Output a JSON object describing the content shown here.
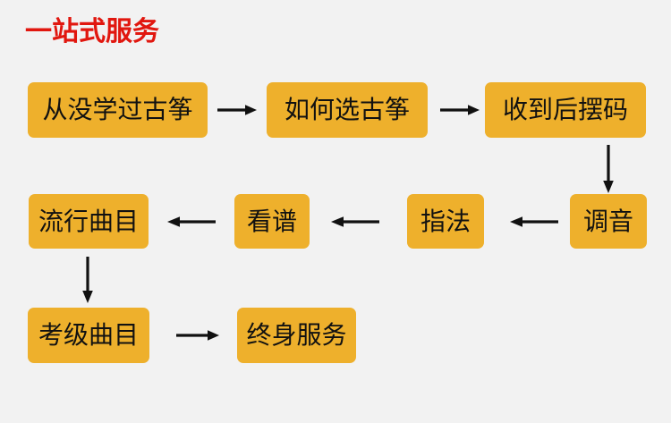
{
  "page": {
    "title": "一站式服务",
    "title_color": "#e1170f",
    "background_color": "#f2f2f2",
    "node_color": "#eeb02c",
    "node_text_color": "#111111",
    "arrow_color": "#111111"
  },
  "flow": {
    "rows": [
      {
        "row_name": "row-1",
        "direction": "left-to-right",
        "nodes": [
          {
            "id": "node-never-learned-guzheng",
            "label": "从没学过古筝"
          },
          {
            "id": "node-how-to-choose-guzheng",
            "label": "如何选古筝"
          },
          {
            "id": "node-place-bridges-after-receiving",
            "label": "收到后摆码"
          }
        ]
      },
      {
        "row_name": "row-2",
        "direction": "right-to-left",
        "nodes": [
          {
            "id": "node-tuning",
            "label": "调音"
          },
          {
            "id": "node-fingering",
            "label": "指法"
          },
          {
            "id": "node-read-score",
            "label": "看谱"
          },
          {
            "id": "node-popular-pieces",
            "label": "流行曲目"
          }
        ]
      },
      {
        "row_name": "row-3",
        "direction": "left-to-right",
        "nodes": [
          {
            "id": "node-grading-pieces",
            "label": "考级曲目"
          },
          {
            "id": "node-lifetime-service",
            "label": "终身服务"
          }
        ]
      }
    ],
    "connectors": [
      {
        "id": "arrow-1",
        "from": "node-never-learned-guzheng",
        "to": "node-how-to-choose-guzheng",
        "direction": "right"
      },
      {
        "id": "arrow-2",
        "from": "node-how-to-choose-guzheng",
        "to": "node-place-bridges-after-receiving",
        "direction": "right"
      },
      {
        "id": "arrow-3",
        "from": "node-place-bridges-after-receiving",
        "to": "node-tuning",
        "direction": "down"
      },
      {
        "id": "arrow-4",
        "from": "node-tuning",
        "to": "node-fingering",
        "direction": "left"
      },
      {
        "id": "arrow-5",
        "from": "node-fingering",
        "to": "node-read-score",
        "direction": "left"
      },
      {
        "id": "arrow-6",
        "from": "node-read-score",
        "to": "node-popular-pieces",
        "direction": "left"
      },
      {
        "id": "arrow-7",
        "from": "node-popular-pieces",
        "to": "node-grading-pieces",
        "direction": "down"
      },
      {
        "id": "arrow-8",
        "from": "node-grading-pieces",
        "to": "node-lifetime-service",
        "direction": "right"
      }
    ]
  }
}
